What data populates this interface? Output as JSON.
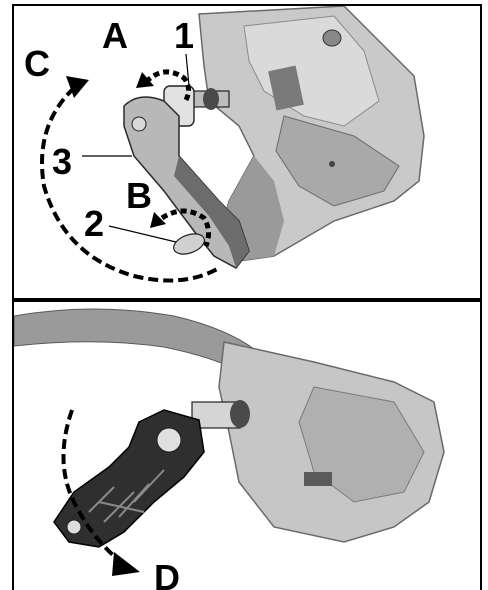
{
  "top_panel": {
    "labels": {
      "a": "A",
      "b": "B",
      "c": "C",
      "n1": "1",
      "n2": "2",
      "n3": "3"
    }
  },
  "bottom_panel": {
    "labels": {
      "d": "D"
    }
  },
  "colors": {
    "housing": "#c9c9c9",
    "housing_shadow": "#8c8c8c",
    "housing_dark": "#5a5a5a",
    "lever": "#b5b5b5",
    "lever_dark": "#3c3c3c",
    "ink": "#000000"
  }
}
